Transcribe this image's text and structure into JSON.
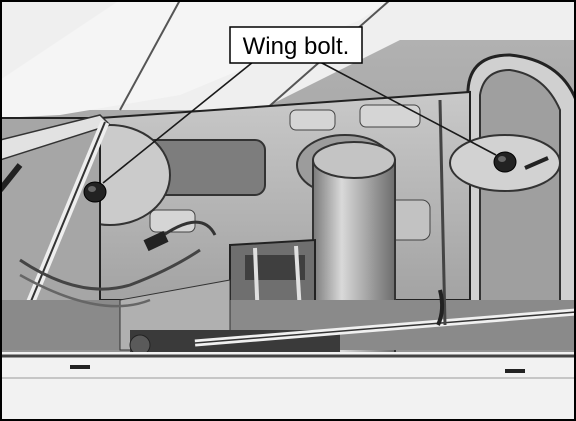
{
  "figure": {
    "callout": {
      "label": "Wing bolt."
    },
    "icons": [
      "wing-bolt-left",
      "wing-bolt-right",
      "fuselage-tube",
      "servo-tray",
      "pushrod"
    ]
  }
}
